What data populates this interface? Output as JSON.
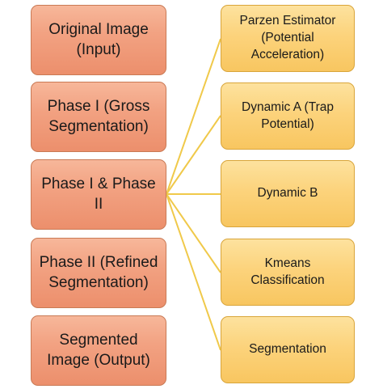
{
  "left_boxes": [
    {
      "label": "Original Image\n(Input)"
    },
    {
      "label": "Phase I (Gross\nSegmentation)"
    },
    {
      "label": "Phase I & Phase\nII"
    },
    {
      "label": "Phase II (Refined\nSegmentation)"
    },
    {
      "label": "Segmented\nImage (Output)"
    }
  ],
  "right_boxes": [
    {
      "label": "Parzen Estimator\n(Potential\nAcceleration)"
    },
    {
      "label": "Dynamic A (Trap\nPotential)"
    },
    {
      "label": "Dynamic B"
    },
    {
      "label": "Kmeans\nClassification"
    },
    {
      "label": "Segmentation"
    }
  ],
  "colors": {
    "left_fill": "#f2a282",
    "left_border": "#c97a55",
    "right_fill": "#fcd37c",
    "right_border": "#d9a53a",
    "connector": "#f0c94a"
  }
}
